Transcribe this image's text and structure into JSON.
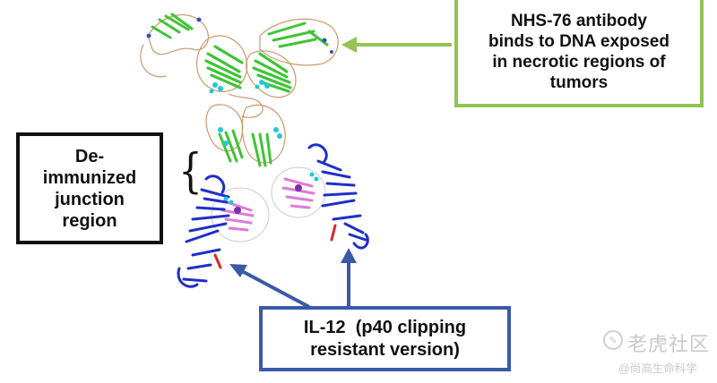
{
  "callouts": {
    "antibody": {
      "lines": [
        "NHS-76 antibody",
        "binds to DNA exposed",
        "in necrotic regions of",
        "tumors"
      ],
      "border_color": "#92c353"
    },
    "junction": {
      "lines": [
        "De-",
        "immunized",
        "junction",
        "region"
      ],
      "border_color": "#111111"
    },
    "il12": {
      "lines": [
        "IL-12  (p40 clipping",
        "resistant version)"
      ],
      "border_color": "#3a5aa8"
    }
  },
  "brace_glyph": "{",
  "structure_colors": {
    "antibody_strands": "#3fc436",
    "antibody_loops": "#c99a6a",
    "antibody_highlights": "#22c8d8",
    "il12_strands": "#1f2fc8",
    "il12_core": "#e27ad8",
    "il12_marker": "#d42a2a"
  },
  "watermark": {
    "logo_glyph": "✎",
    "title": "老虎社区",
    "subtitle": "@尚高生命科学"
  }
}
